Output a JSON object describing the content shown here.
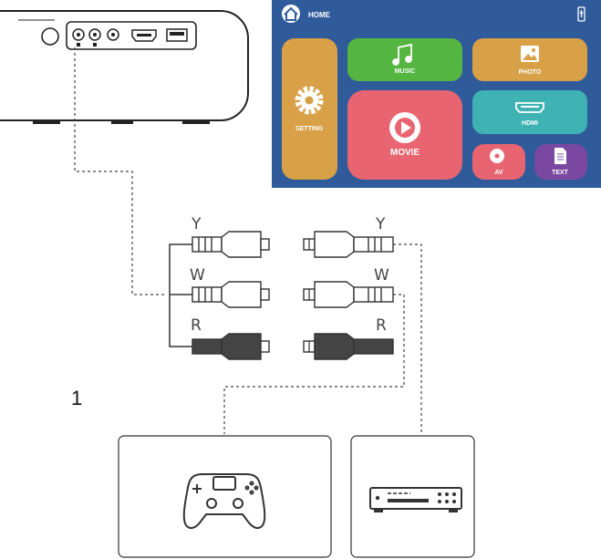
{
  "screen": {
    "header": {
      "home_label": "HOME"
    },
    "tiles": {
      "setting": "SETTING",
      "music": "MUSIC",
      "photo": "PHOTO",
      "movie": "MOVIE",
      "hdmi": "HDMI",
      "av": "AV",
      "text": "TEXT"
    },
    "colors": {
      "background": "#2f5b9b",
      "setting": "#d8a047",
      "music": "#55b541",
      "photo": "#d8a047",
      "movie": "#e86471",
      "hdmi": "#3fb3b3",
      "av": "#e86471",
      "text": "#7a48a0"
    }
  },
  "cable_labels": {
    "left": [
      "Y",
      "W",
      "R"
    ],
    "right": [
      "Y",
      "W",
      "R"
    ]
  },
  "step_number": "1",
  "devices": [
    {
      "name": "game-controller"
    },
    {
      "name": "dvd-player"
    }
  ],
  "icons": [
    "home-icon",
    "usb-icon",
    "music-note-icon",
    "picture-icon",
    "gear-icon",
    "play-icon",
    "hdmi-icon",
    "disc-icon",
    "document-icon"
  ]
}
